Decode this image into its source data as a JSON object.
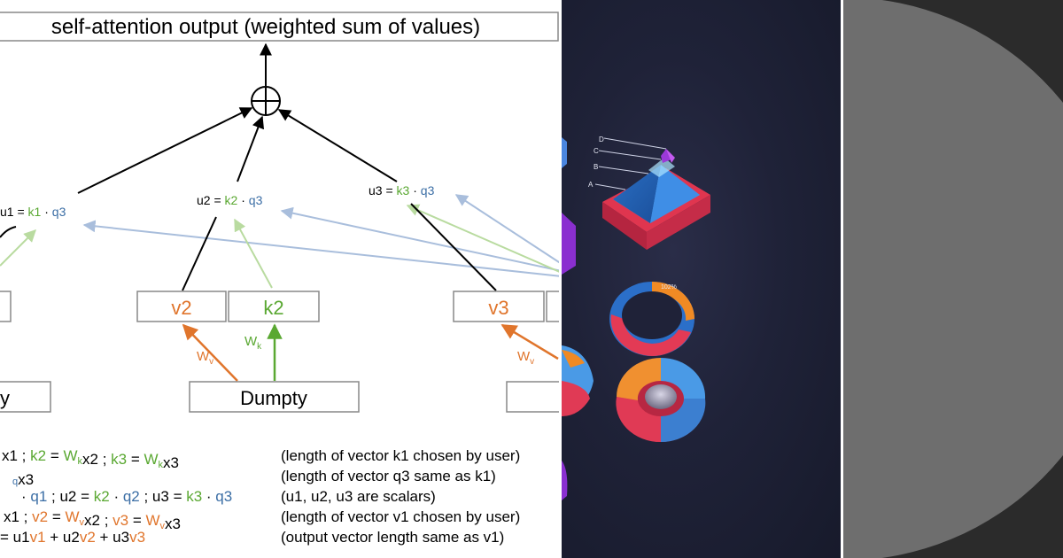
{
  "colors": {
    "green": "#5aa832",
    "blue": "#3b6ea5",
    "orange": "#e0752c",
    "light_green": "#b9dba0",
    "light_blue": "#a9bedc",
    "scene_bg": "#1f2238",
    "dark_panel": "#2b2b2b",
    "disc": "#6e6e6e"
  },
  "diagram": {
    "output_label": "self-attention output (weighted sum of values)",
    "sum_symbol": "⊕",
    "u1": {
      "lhs": "u1 = ",
      "k": "k1",
      "dot": " · ",
      "q": "q3"
    },
    "u2": {
      "lhs": "u2 = ",
      "k": "k2",
      "dot": " · ",
      "q": "q3"
    },
    "u3": {
      "lhs": "u3 = ",
      "k": "k3",
      "dot": " · ",
      "q": "q3"
    },
    "boxes": {
      "v2": "v2",
      "k2": "k2",
      "v3": "v3"
    },
    "weights": {
      "wv": "W",
      "wv_sub": "v",
      "wk": "W",
      "wk_sub": "k"
    },
    "tokens": {
      "left": "y",
      "middle": "Dumpty"
    },
    "equations": [
      {
        "parts": [
          [
            "x1 ;   ",
            "#000000"
          ],
          [
            "k2",
            "green"
          ],
          [
            " = ",
            "#000000"
          ],
          [
            "W",
            "green"
          ],
          [
            "k",
            "green-sub"
          ],
          [
            "x2 ;   ",
            "#000000"
          ],
          [
            "k3",
            "green"
          ],
          [
            " = ",
            "#000000"
          ],
          [
            "W",
            "green"
          ],
          [
            "k",
            "green-sub"
          ],
          [
            "x3",
            "#000000"
          ]
        ],
        "note": "(length of vector k1 chosen by user)"
      },
      {
        "parts": [
          [
            "q",
            "blue-sub"
          ],
          [
            "x3",
            "#000000"
          ]
        ],
        "note": "(length of vector q3 same as k1)"
      },
      {
        "parts": [
          [
            "· ",
            "#000000"
          ],
          [
            "q1",
            "blue"
          ],
          [
            " ;   u2 = ",
            "#000000"
          ],
          [
            "k2",
            "green"
          ],
          [
            " · ",
            "#000000"
          ],
          [
            "q2",
            "blue"
          ],
          [
            " ;     u3 = ",
            "#000000"
          ],
          [
            "k3",
            "green"
          ],
          [
            " · ",
            "#000000"
          ],
          [
            "q3",
            "blue"
          ]
        ],
        "note": "(u1, u2, u3 are scalars)"
      },
      {
        "parts": [
          [
            "x1 ; ",
            "#000000"
          ],
          [
            "v2",
            "orange"
          ],
          [
            " = ",
            "#000000"
          ],
          [
            "W",
            "orange"
          ],
          [
            "v",
            "orange-sub"
          ],
          [
            "x2 ; ",
            "#000000"
          ],
          [
            "v3",
            "orange"
          ],
          [
            " = ",
            "#000000"
          ],
          [
            "W",
            "orange"
          ],
          [
            "v",
            "orange-sub"
          ],
          [
            "x3",
            "#000000"
          ]
        ],
        "note": "(length of vector v1 chosen by user)"
      },
      {
        "parts": [
          [
            "= u1",
            "#000000"
          ],
          [
            "v1",
            "orange"
          ],
          [
            " + u2",
            "#000000"
          ],
          [
            "v2",
            "orange"
          ],
          [
            " + u3",
            "#000000"
          ],
          [
            "v3",
            "orange"
          ]
        ],
        "note": "(output vector length same as v1)"
      }
    ]
  },
  "scene": {
    "pyramid_labels": [
      "D",
      "C",
      "B",
      "A"
    ],
    "ring_label": "102%"
  }
}
